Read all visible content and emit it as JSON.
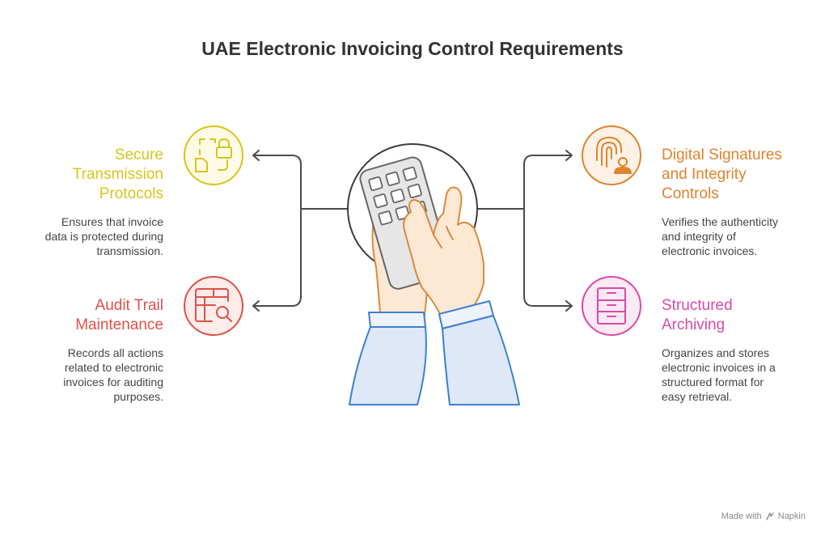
{
  "title": "UAE Electronic Invoicing Control Requirements",
  "sections": {
    "secure": {
      "title": "Secure Transmission Protocols",
      "title_lines": [
        "Secure",
        "Transmission",
        "Protocols"
      ],
      "description_lines": [
        "Ensures that invoice",
        "data is protected during",
        "transmission."
      ],
      "color": "#d9c41c",
      "icon": "document-lock-icon"
    },
    "audit": {
      "title": "Audit Trail Maintenance",
      "title_lines": [
        "Audit Trail",
        "Maintenance"
      ],
      "description_lines": [
        "Records all actions",
        "related to electronic",
        "invoices for auditing",
        "purposes."
      ],
      "color": "#e0504a",
      "icon": "table-search-icon"
    },
    "digital": {
      "title": "Digital Signatures and Integrity Controls",
      "title_lines": [
        "Digital Signatures",
        "and Integrity",
        "Controls"
      ],
      "description_lines": [
        "Verifies the authenticity",
        "and integrity of",
        "electronic invoices."
      ],
      "color": "#e0832e",
      "icon": "fingerprint-user-icon"
    },
    "archive": {
      "title": "Structured Archiving",
      "title_lines": [
        "Structured",
        "Archiving"
      ],
      "description_lines": [
        "Organizes and stores",
        "electronic invoices in a",
        "structured format for",
        "easy retrieval."
      ],
      "color": "#d94aa8",
      "icon": "filing-cabinet-icon"
    }
  },
  "center_icon": "hands-calculator-icon",
  "footer": {
    "made_with": "Made with",
    "brand": "Napkin"
  }
}
